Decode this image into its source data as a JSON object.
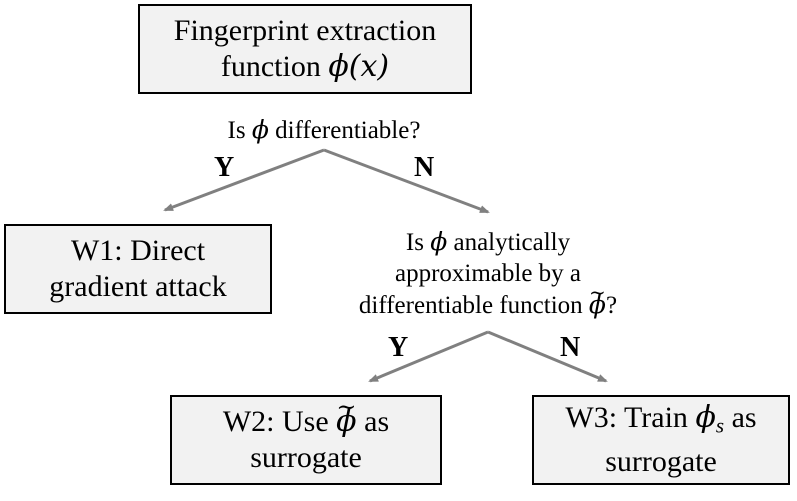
{
  "root": {
    "line1": "Fingerprint extraction",
    "line2_text": "function ",
    "line2_math": "ϕ(x)"
  },
  "q1": {
    "pre": "Is ",
    "phi": "ϕ",
    "post": " differentiable?",
    "yes": "Y",
    "no": "N"
  },
  "w1": {
    "line1": "W1: Direct",
    "line2": "gradient attack"
  },
  "q2": {
    "line1_pre": "Is ",
    "line1_phi": "ϕ",
    "line1_post": " analytically",
    "line2": "approximable by a",
    "line3_text": "differentiable function ",
    "line3_phi": "ϕ",
    "line3_post": "?",
    "yes": "Y",
    "no": "N"
  },
  "w2": {
    "line1_pre": "W2: Use ",
    "line1_phi": "ϕ",
    "line1_post": " as",
    "line2": "surrogate"
  },
  "w3": {
    "line1_pre": "W3: Train ",
    "line1_phi": "ϕ",
    "line1_sub": "s",
    "line1_post": " as",
    "line2": "surrogate"
  },
  "colors": {
    "box_fill": "#f2f2f2",
    "arrow": "#808080"
  }
}
